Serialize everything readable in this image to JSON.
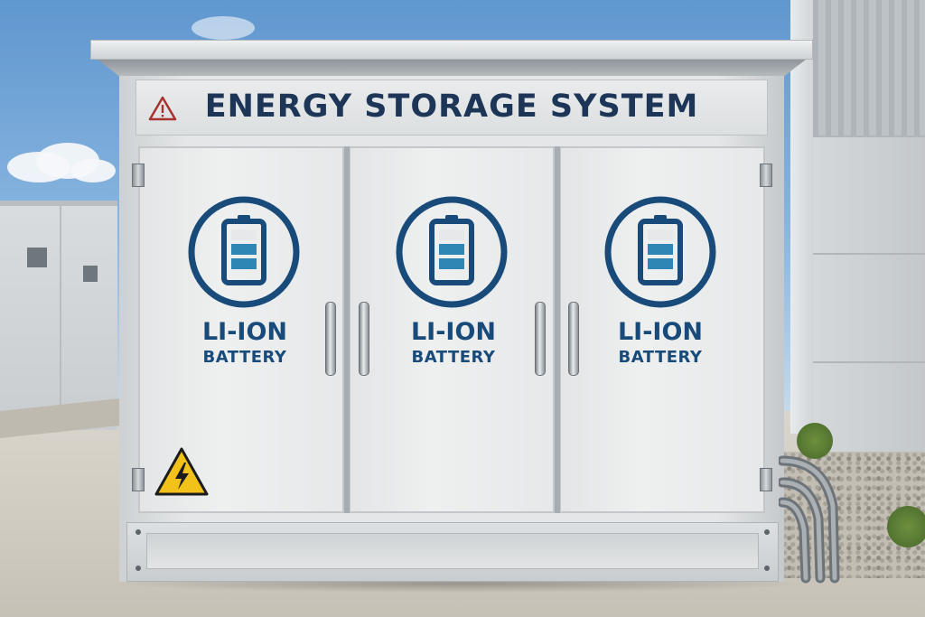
{
  "scene": {
    "banner_title": "ENERGY STORAGE SYSTEM",
    "doors": [
      {
        "line1": "LI-ION",
        "line2": "BATTERY"
      },
      {
        "line1": "LI-ION",
        "line2": "BATTERY"
      },
      {
        "line1": "LI-ION",
        "line2": "BATTERY"
      }
    ],
    "icons": {
      "banner_warning": "warning-triangle-icon",
      "battery": "battery-icon",
      "high_voltage": "high-voltage-warning-icon"
    }
  },
  "colors": {
    "label_blue": "#184a7a",
    "banner_text": "#1d3557",
    "warning_yellow": "#f2c21b",
    "sky": "#6fa3d6"
  }
}
